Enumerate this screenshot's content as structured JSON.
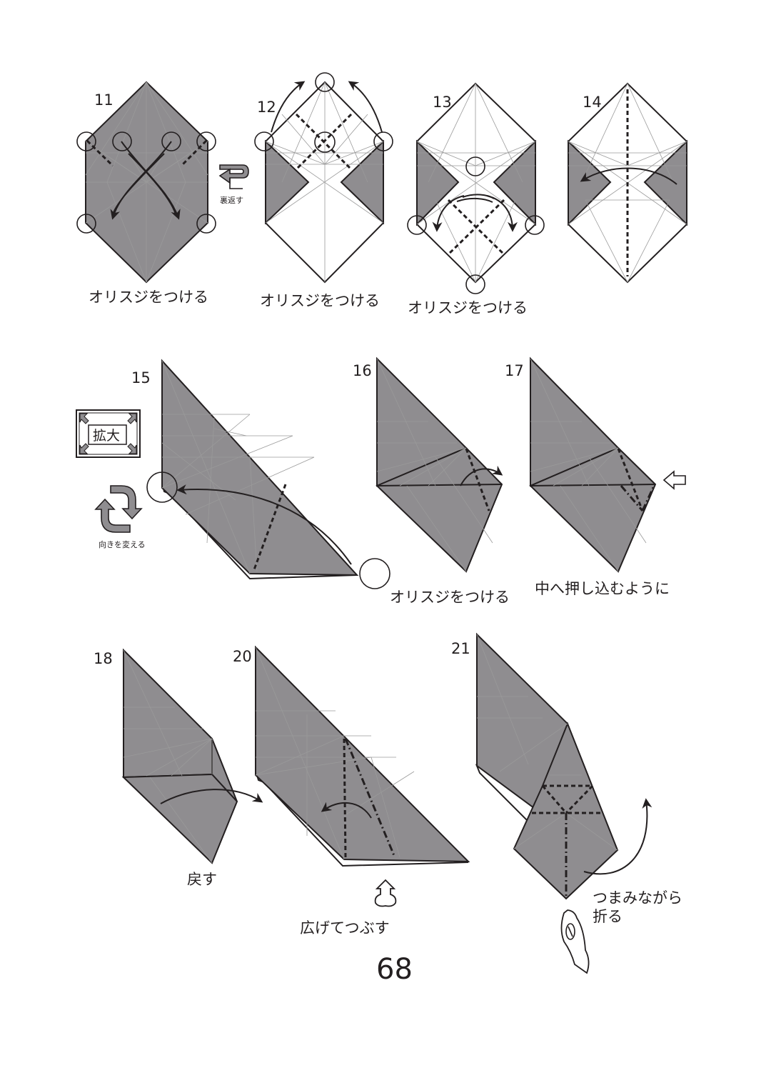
{
  "steps": [
    {
      "number": "11",
      "caption": "オリスジをつける"
    },
    {
      "number": "12",
      "caption": "オリスジをつける"
    },
    {
      "number": "13",
      "caption": "オリスジをつける"
    },
    {
      "number": "14",
      "caption": ""
    },
    {
      "number": "15",
      "caption": ""
    },
    {
      "number": "16",
      "caption": "オリスジをつける"
    },
    {
      "number": "17",
      "caption": "中へ押し込むように"
    },
    {
      "number": "18",
      "caption": "戻す"
    },
    {
      "number": "20",
      "caption": "広げてつぶす"
    },
    {
      "number": "21",
      "caption_line1": "つまみながら",
      "caption_line2": "折る"
    }
  ],
  "symbols": {
    "turn_over_label": "裏返す",
    "enlarge_label": "拡大",
    "rotate_label": "向きを変える"
  },
  "page_number": "68",
  "colors": {
    "paper_colored": "#8f8d90",
    "paper_white": "#ffffff",
    "line": "#231f20"
  }
}
